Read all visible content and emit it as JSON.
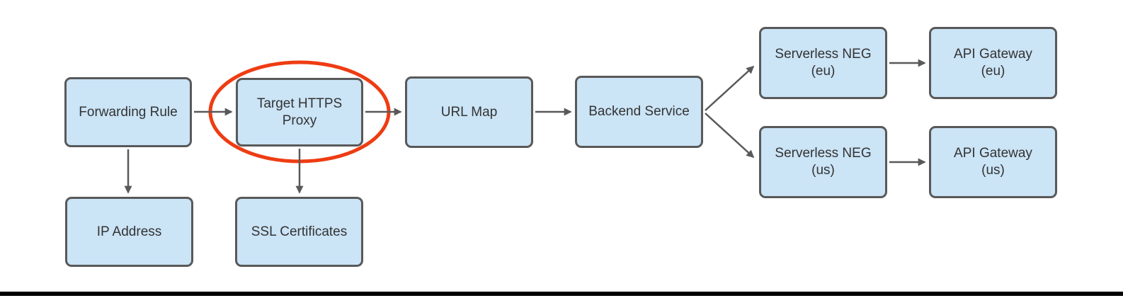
{
  "diagram": {
    "description": "Load balancer architecture flow diagram",
    "nodes": [
      {
        "id": "forwarding-rule",
        "label": "Forwarding Rule",
        "lines": [
          "Forwarding Rule"
        ]
      },
      {
        "id": "target-https-proxy",
        "label": "Target HTTPS Proxy",
        "lines": [
          "Target HTTPS",
          "Proxy"
        ],
        "highlighted": true
      },
      {
        "id": "url-map",
        "label": "URL Map",
        "lines": [
          "URL Map"
        ]
      },
      {
        "id": "backend-service",
        "label": "Backend Service",
        "lines": [
          "Backend Service"
        ]
      },
      {
        "id": "serverless-neg-eu",
        "label": "Serverless NEG (eu)",
        "lines": [
          "Serverless NEG",
          "(eu)"
        ]
      },
      {
        "id": "api-gateway-eu",
        "label": "API Gateway (eu)",
        "lines": [
          "API Gateway",
          "(eu)"
        ]
      },
      {
        "id": "serverless-neg-us",
        "label": "Serverless NEG (us)",
        "lines": [
          "Serverless NEG",
          "(us)"
        ]
      },
      {
        "id": "api-gateway-us",
        "label": "API Gateway (us)",
        "lines": [
          "API Gateway",
          "(us)"
        ]
      },
      {
        "id": "ip-address",
        "label": "IP Address",
        "lines": [
          "IP Address"
        ]
      },
      {
        "id": "ssl-certificates",
        "label": "SSL Certificates",
        "lines": [
          "SSL Certificates"
        ]
      }
    ],
    "edges": [
      {
        "from": "forwarding-rule",
        "to": "target-https-proxy"
      },
      {
        "from": "target-https-proxy",
        "to": "url-map"
      },
      {
        "from": "url-map",
        "to": "backend-service"
      },
      {
        "from": "backend-service",
        "to": "serverless-neg-eu"
      },
      {
        "from": "backend-service",
        "to": "serverless-neg-us"
      },
      {
        "from": "serverless-neg-eu",
        "to": "api-gateway-eu"
      },
      {
        "from": "serverless-neg-us",
        "to": "api-gateway-us"
      },
      {
        "from": "forwarding-rule",
        "to": "ip-address"
      },
      {
        "from": "target-https-proxy",
        "to": "ssl-certificates"
      }
    ],
    "annotations": [
      {
        "type": "ellipse",
        "target": "target-https-proxy",
        "color": "#ee3c13"
      }
    ],
    "colors": {
      "node_fill": "#cbe4f6",
      "node_border": "#595959",
      "arrow": "#595959",
      "text": "#333333",
      "highlight_ellipse": "#ee3c13",
      "bottom_bar": "#000000",
      "background": "#ffffff"
    }
  }
}
